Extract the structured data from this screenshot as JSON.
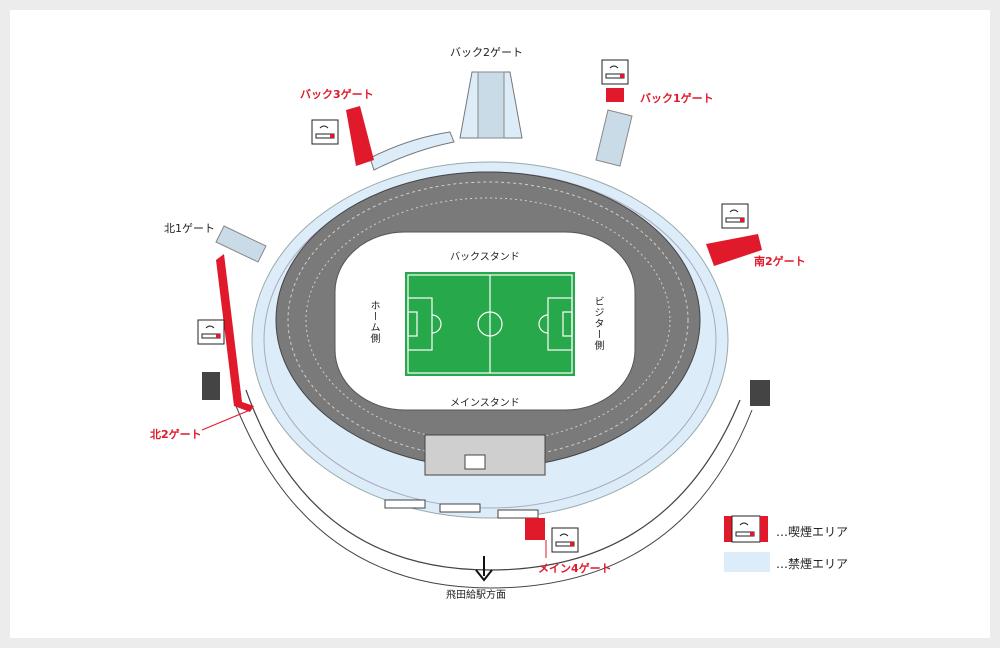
{
  "gates": {
    "back2": "バック2ゲート",
    "back3": "バック3ゲート",
    "back1": "バック1ゲート",
    "north1": "北1ゲート",
    "south2": "南2ゲート",
    "north2": "北2ゲート",
    "main4": "メイン4ゲート"
  },
  "stands": {
    "back": "バックスタンド",
    "main": "メインスタンド",
    "home": "ホーム側",
    "visitor": "ビジター側"
  },
  "direction": {
    "label": "飛田給駅方面"
  },
  "legend": {
    "smoking": "…喫煙エリア",
    "no_smoking": "…禁煙エリア"
  },
  "colors": {
    "smoking_area": "#e0192b",
    "no_smoking_area": "#dcecf8",
    "pitch": "#27a84a",
    "stand_seats": "#6f6f6f"
  },
  "icons": [
    "smoking-icon",
    "arrow-down-icon"
  ]
}
